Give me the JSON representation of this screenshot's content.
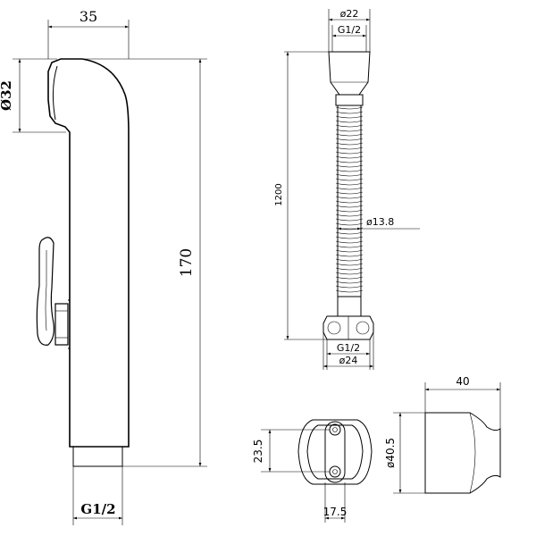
{
  "handset": {
    "width_label": "35",
    "head_diameter_label": "Ø32",
    "length_label": "170",
    "thread_label": "G1/2"
  },
  "hose": {
    "top_diameter_label": "ø22",
    "top_thread_label": "G1/2",
    "length_label": "1200",
    "hose_diameter_label": "ø13.8",
    "bottom_thread_label": "G1/2",
    "bottom_diameter_label": "ø24"
  },
  "bracket_front": {
    "hole_spacing_label": "23.5",
    "offset_label": "17.5"
  },
  "bracket_side": {
    "depth_label": "40",
    "diameter_label": "ø40.5"
  }
}
